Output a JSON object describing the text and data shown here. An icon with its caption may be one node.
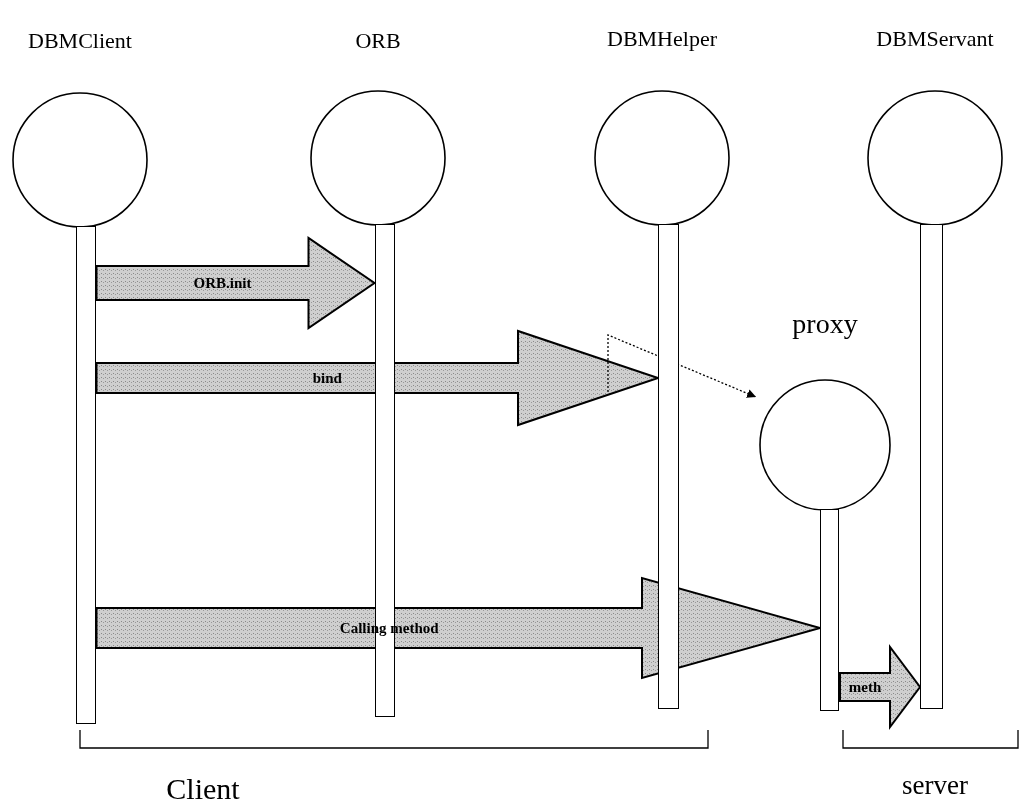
{
  "diagram": {
    "nodes": [
      {
        "text": [
          "DBMClient"
        ]
      },
      {
        "text": [
          "ORB"
        ]
      },
      {
        "text": [
          "DBMHelper"
        ]
      },
      {
        "text": [
          "DBMServant"
        ]
      },
      {
        "text": [
          "proxy"
        ]
      },
      {
        "text": [],
        "shape": "bar"
      },
      {
        "text": [],
        "shape": "bar"
      },
      {
        "text": [],
        "shape": "bar"
      },
      {
        "text": [],
        "shape": "bar"
      },
      {
        "text": [],
        "shape": "bar"
      }
    ],
    "edges": [
      {
        "from": 5,
        "to": 6,
        "arrow": "to",
        "label": "ORB.init"
      },
      {
        "from": 5,
        "to": 7,
        "arrow": "to",
        "label": "bind"
      },
      {
        "from": null,
        "to": 4,
        "arrow": "to",
        "style": "dashed"
      },
      {
        "from": 5,
        "to": 8,
        "arrow": "to",
        "label": "Calling method"
      },
      {
        "from": 8,
        "to": 9,
        "arrow": "to",
        "label": "meth"
      }
    ],
    "labels": [
      "Client",
      "server"
    ]
  }
}
